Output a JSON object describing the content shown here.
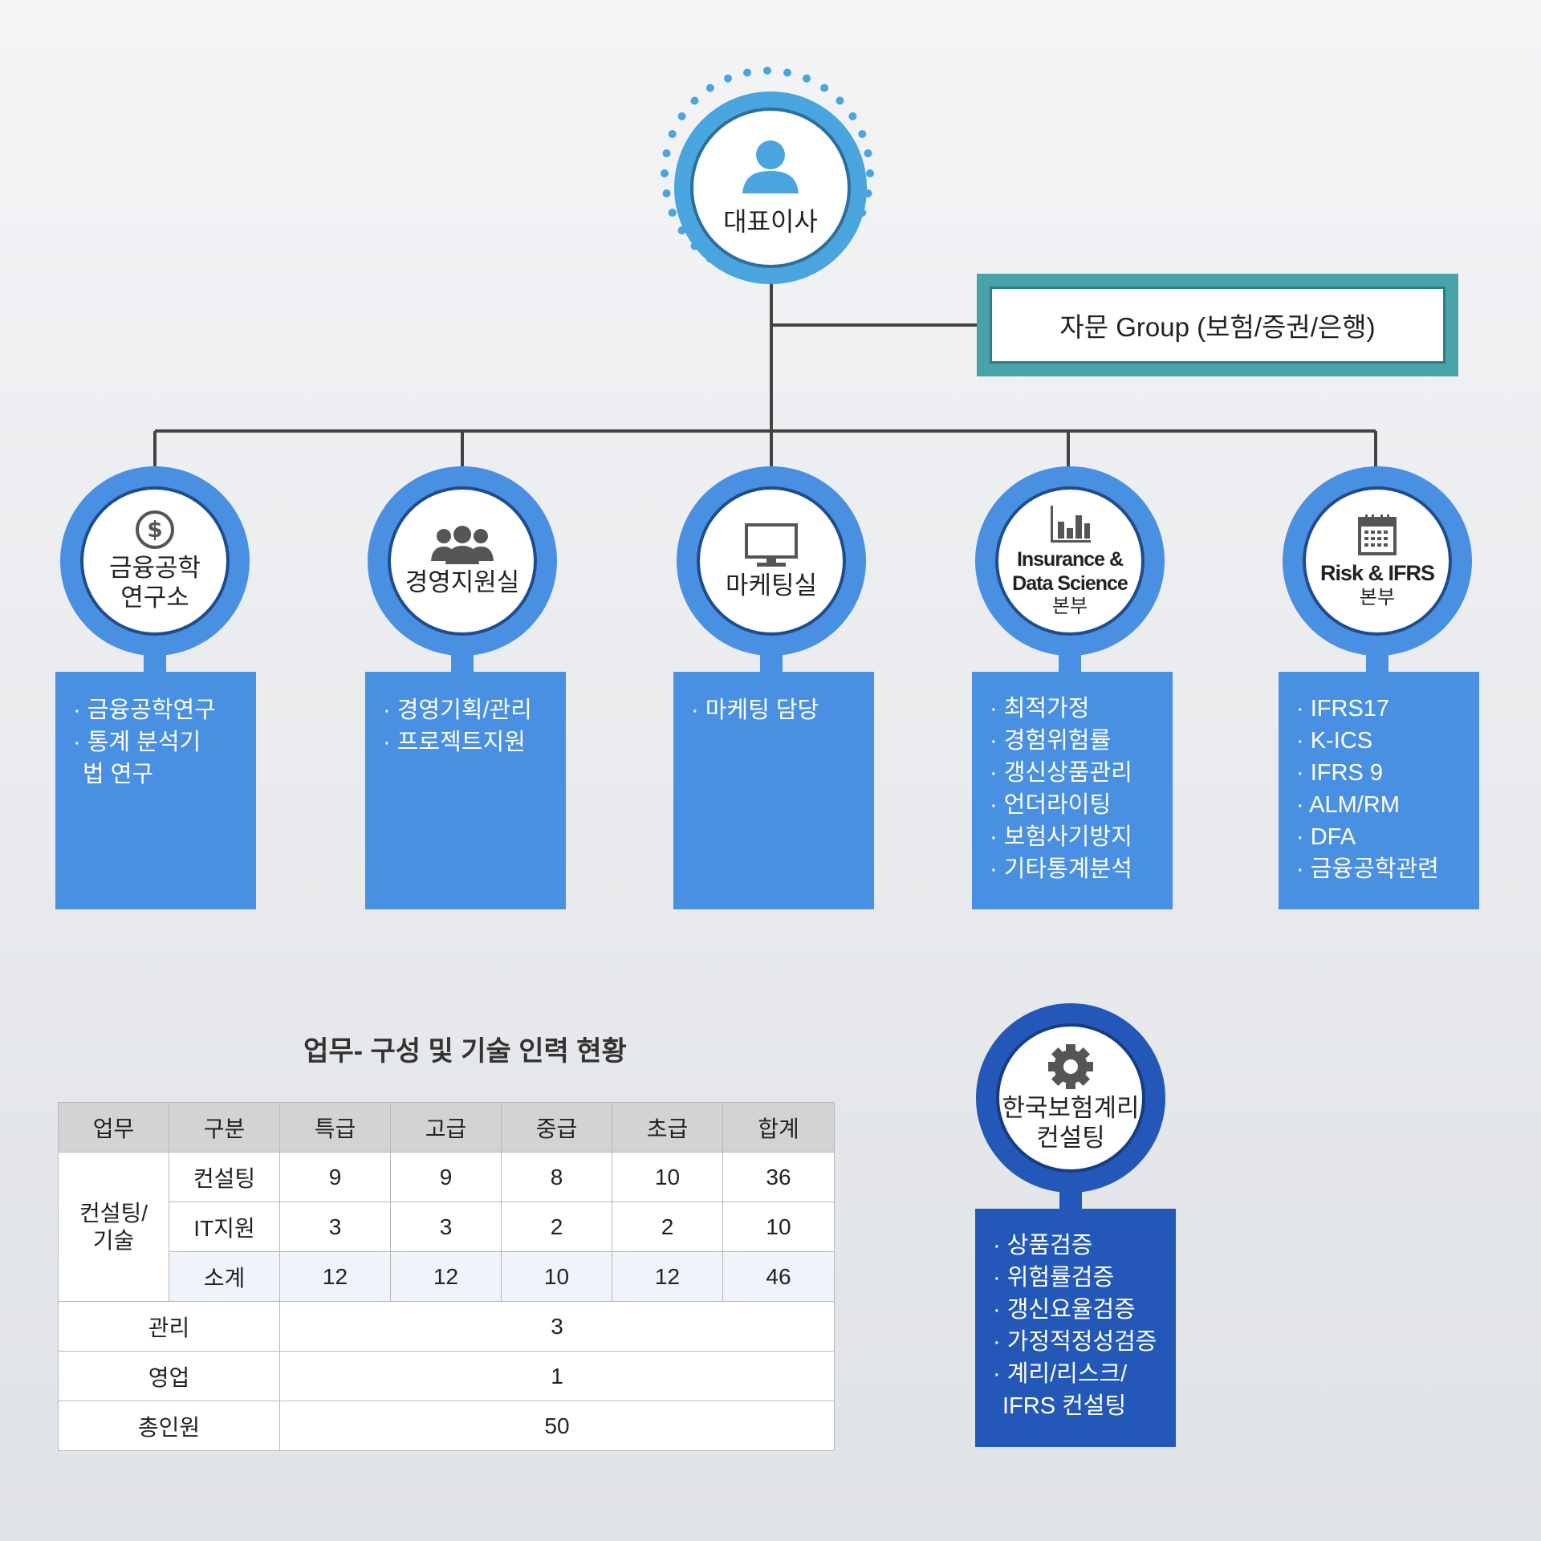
{
  "ceo": {
    "label": "대표이사",
    "icon": "person-icon"
  },
  "advisory": {
    "label": "자문 Group (보험/증권/은행)"
  },
  "divisions": [
    {
      "icon": "dollar-icon",
      "title_lines": [
        "금융공학",
        "연구소"
      ],
      "sub": "",
      "items": [
        "금융공학연구",
        "통계 분석기법 연구"
      ]
    },
    {
      "icon": "people-icon",
      "title_lines": [
        "경영지원실"
      ],
      "sub": "",
      "items": [
        "경영기획/관리",
        "프로젝트지원"
      ]
    },
    {
      "icon": "monitor-icon",
      "title_lines": [
        "마케팅실"
      ],
      "sub": "",
      "items": [
        "마케팅 담당"
      ]
    },
    {
      "icon": "bar-chart-icon",
      "title_lines": [
        "Insurance &",
        "Data Science"
      ],
      "sub": "본부",
      "items": [
        "최적가정",
        "경험위험률",
        "갱신상품관리",
        "언더라이팅",
        "보험사기방지",
        "기타통계분석"
      ]
    },
    {
      "icon": "calendar-icon",
      "title_lines": [
        "Risk & IFRS"
      ],
      "sub": "본부",
      "items": [
        "IFRS17",
        "K-ICS",
        "IFRS 9",
        "ALM/RM",
        "DFA",
        "금융공학관련"
      ]
    }
  ],
  "consulting": {
    "icon": "gear-icon",
    "title_lines": [
      "한국보험계리",
      "컨설팅"
    ],
    "items": [
      "상품검증",
      "위험률검증",
      "갱신요율검증",
      "가정적정성검증",
      "계리/리스크/ IFRS 컨설팅"
    ]
  },
  "table": {
    "title": "업무- 구성 및 기술 인력 현황",
    "headers": [
      "업무",
      "구분",
      "특급",
      "고급",
      "중급",
      "초급",
      "합계"
    ],
    "group_label": "컨설팅/ 기술",
    "rows": [
      {
        "label": "컨설팅",
        "values": [
          "9",
          "9",
          "8",
          "10",
          "36"
        ]
      },
      {
        "label": "IT지원",
        "values": [
          "3",
          "3",
          "2",
          "2",
          "10"
        ]
      },
      {
        "label": "소계",
        "values": [
          "12",
          "12",
          "10",
          "12",
          "46"
        ]
      }
    ],
    "summary": [
      {
        "label": "관리",
        "value": "3"
      },
      {
        "label": "영업",
        "value": "1"
      },
      {
        "label": "총인원",
        "value": "50"
      }
    ]
  },
  "colors": {
    "primary": "#4a90e2",
    "dark": "#2358b8",
    "ceo_ring": "#4aa4dd",
    "teal": "#48a3a8"
  }
}
